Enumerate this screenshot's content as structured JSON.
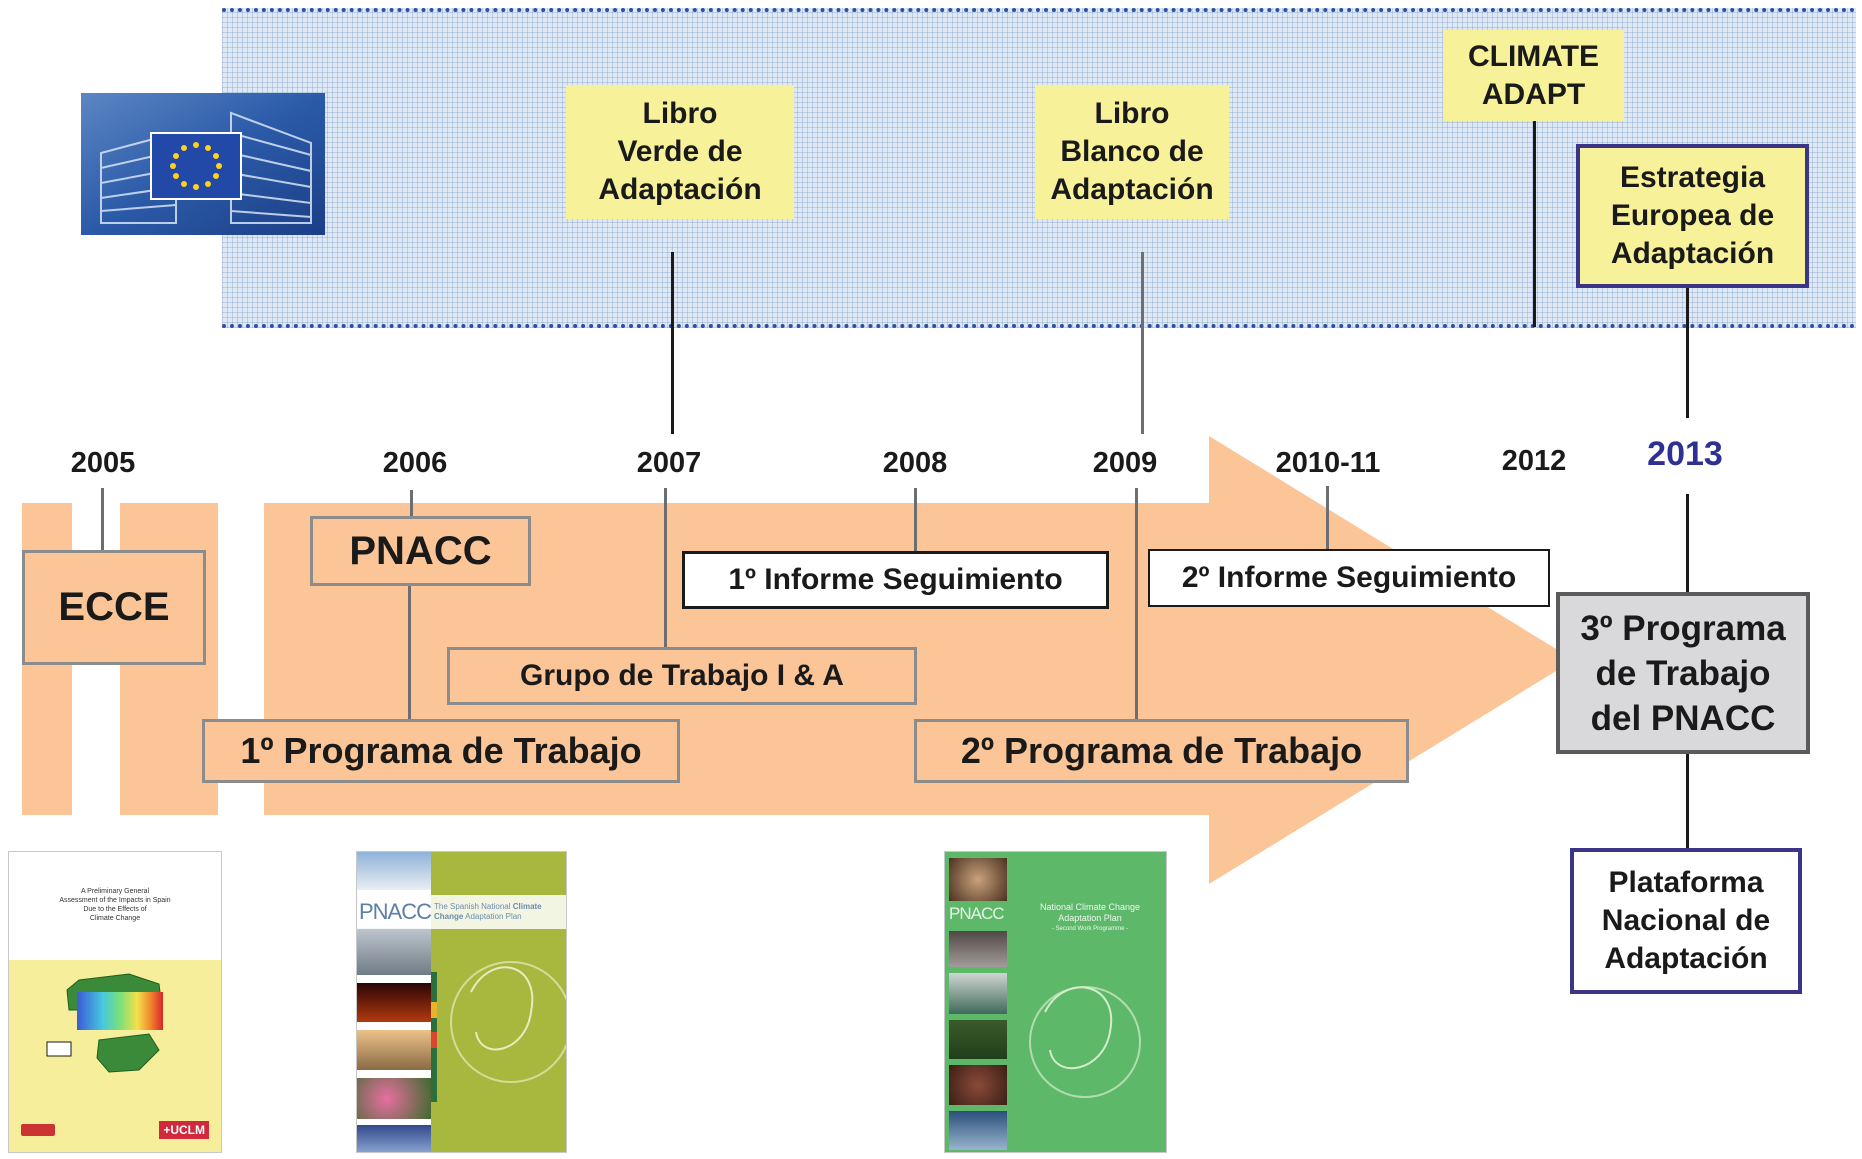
{
  "eu": {
    "libro_verde": [
      "Libro",
      "Verde de",
      "Adaptación"
    ],
    "libro_blanco": [
      "Libro",
      "Blanco de",
      "Adaptación"
    ],
    "climate_adapt": [
      "CLIMATE",
      "ADAPT"
    ],
    "estrategia": [
      "Estrategia",
      "Europea de",
      "Adaptación"
    ]
  },
  "years": {
    "y2005": "2005",
    "y2006": "2006",
    "y2007": "2007",
    "y2008": "2008",
    "y2009": "2009",
    "y2010": "2010-11",
    "y2012": "2012",
    "y2013": "2013"
  },
  "spain": {
    "ecce": "ECCE",
    "pnacc": "PNACC",
    "informe1": "1º Informe Seguimiento",
    "informe2": "2º Informe Seguimiento",
    "grupo": "Grupo de Trabajo I & A",
    "programa1": "1º Programa de Trabajo",
    "programa2": "2º Programa de Trabajo",
    "programa3": [
      "3º Programa",
      "de Trabajo",
      "del PNACC"
    ],
    "plataforma": [
      "Plataforma",
      "Nacional de",
      "Adaptación"
    ]
  },
  "covers": {
    "ecce": {
      "title": [
        "A Preliminary General",
        "Assessment of the Impacts in Spain",
        "Due to the Effects of",
        "Climate Change"
      ],
      "logo": "+UCLM"
    },
    "pnacc1": {
      "brand": "PNACC",
      "title_plain": "The Spanish National ",
      "title_bold1": "Climate",
      "title_bold2": "Change",
      "title_rest": " Adaptation Plan"
    },
    "pnacc2": {
      "brand": "PNACC",
      "title": [
        "National Climate Change",
        "Adaptation Plan"
      ],
      "subtitle": "- Second Work Programme -"
    }
  },
  "colors": {
    "arrow": "#fbc597",
    "eu_accent": "#2e3192",
    "yellow_box": "#f7f19a",
    "purple_border": "#3b3587",
    "gray_box": "#d9d9db"
  }
}
